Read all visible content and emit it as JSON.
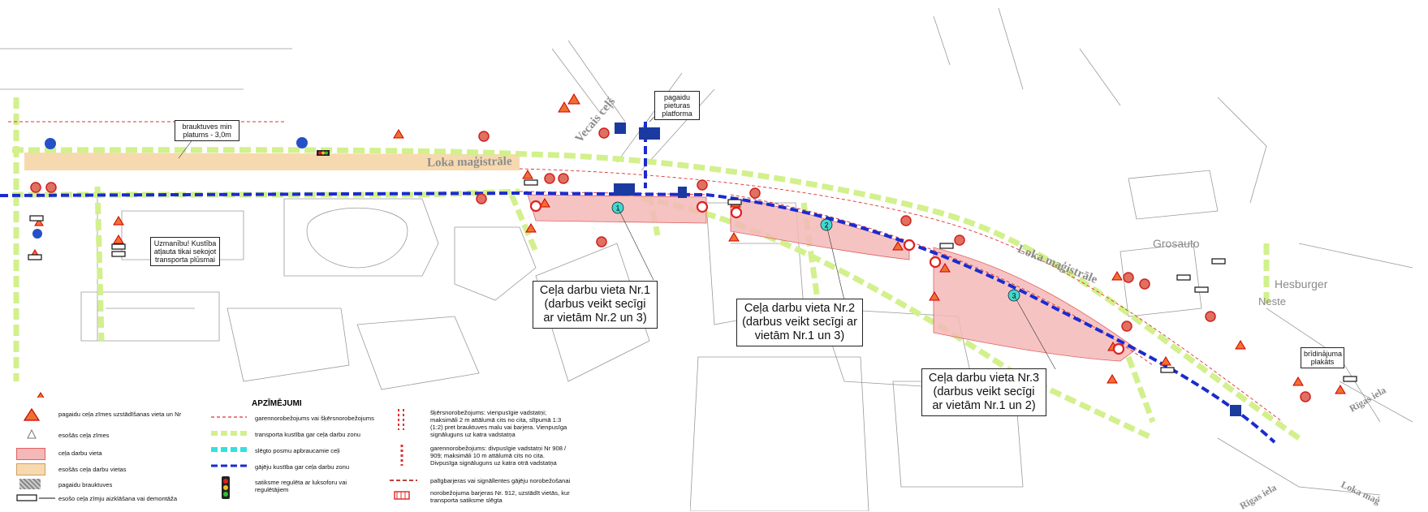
{
  "streets": {
    "loka_1": "Loka maģistrāle",
    "loka_2": "Loka maģistrāle",
    "vecais": "Vecais ceļš",
    "rigas_1": "Rīgas iela",
    "rigas_2": "Rīgas iela",
    "loka_3": "Loka maģ"
  },
  "places": {
    "grosauto": "Grosauto",
    "hesburger": "Hesburger",
    "neste": "Neste"
  },
  "notes": {
    "width": "brauktuves min platums - 3,0m",
    "platform": "pagaidu pieturas platforma",
    "attention": "Uzmanību! Kustība atļauta tikai sekojot transporta plūsmai",
    "warning": "brīdinājuma plakāts"
  },
  "work_sites": [
    {
      "number": "1",
      "label": "Ceļa darbu vieta Nr.1 (darbus veikt secīgi ar vietām Nr.2 un 3)"
    },
    {
      "number": "2",
      "label": "Ceļa darbu vieta Nr.2 (darbus veikt secīgi ar vietām Nr.1 un 3)"
    },
    {
      "number": "3",
      "label": "Ceļa darbu vieta Nr.3 (darbus veikt secīgi ar vietām Nr.1 un 2)"
    }
  ],
  "legend": {
    "title": "APZĪMĒJUMI",
    "items": [
      "pagaidu ceļa zīmes uzstādīšanas vieta un Nr",
      "esošās ceļa zīmes",
      "ceļa darbu vieta",
      "esošās ceļa darbu vietas",
      "pagaidu brauktuves",
      "esošo ceļa zīmju aizklāšana vai demontāža",
      "garennorobežojums vai šķērsnorobežojums",
      "transporta kustība gar ceļa darbu zonu",
      "slēgto posmu apbraucamie ceļi",
      "gājēju kustība gar ceļa darbu zonu",
      "satiksme regulēta ar luksoforu vai regulētājiem",
      "šķērsnorobežojums: vienpusīgie vadstatņi; maksimāli 2 m attālumā cits no cita, slīpumā 1:3 (1:2) pret brauktuves malu vai barjera. Vienpusīga signāluguns uz katra vadstatņa",
      "garennorobežojums: divpusīgie vadstatņi Nr 908 / 909; maksimāli 10 m attālumā cits no cita. Divpusīga signāluguns uz katra otrā vadstatņa",
      "palīgbarjeras vai signāllentes gājēju norobežošanai",
      "norobežojuma barjeras Nr. 912, uzstādīt vietās, kur transporta satiksme slēgta"
    ]
  },
  "colors": {
    "work_zone": "#f4b8b8",
    "existing_work": "#f7d9b0",
    "traffic_flow": "#d2f08c",
    "pedestrian": "#1a2bd0",
    "detour": "#33e0e0",
    "fence": "#e03030",
    "marker": "#3fd9d0"
  }
}
